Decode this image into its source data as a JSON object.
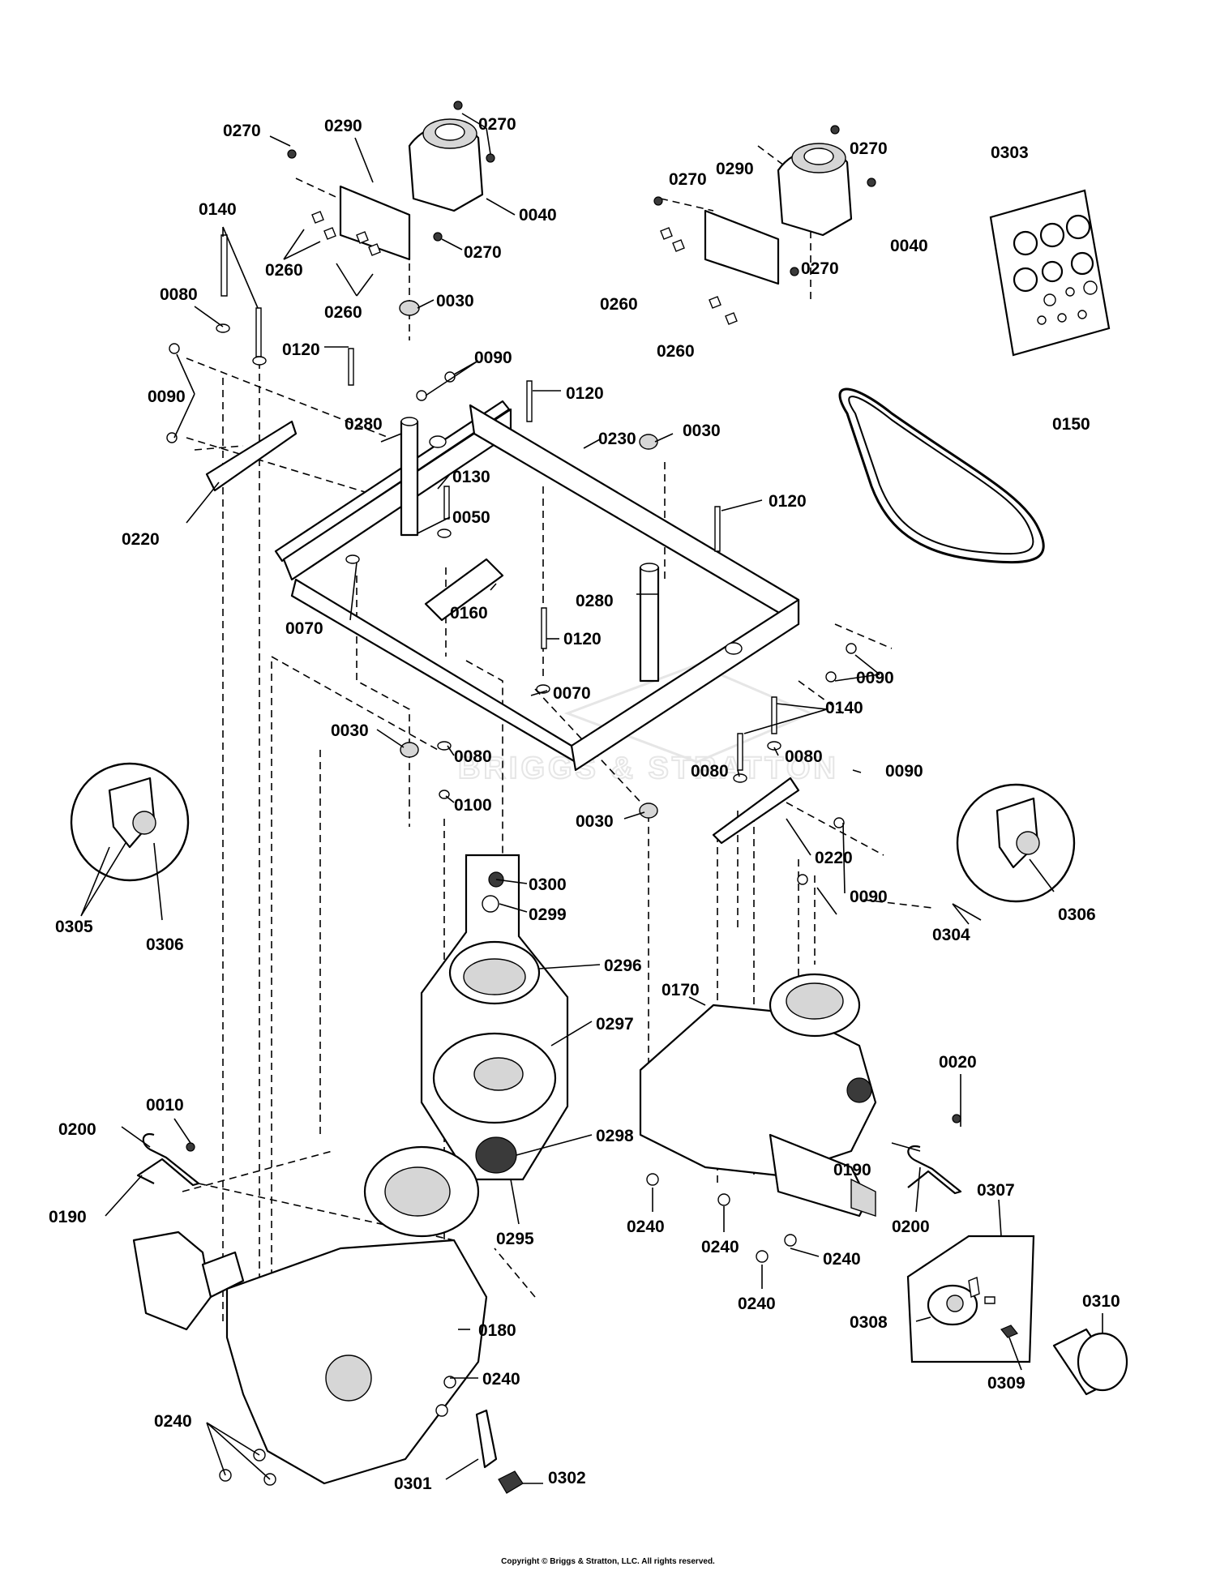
{
  "diagram": {
    "watermark": "BRIGGS & STRATTON",
    "copyright": "Copyright © Briggs & Stratton, LLC. All rights reserved.",
    "callouts": [
      {
        "id": "c1",
        "label": "0270"
      },
      {
        "id": "c2",
        "label": "0290"
      },
      {
        "id": "c3",
        "label": "0270"
      },
      {
        "id": "c4",
        "label": "0040"
      },
      {
        "id": "c5",
        "label": "0270"
      },
      {
        "id": "c6",
        "label": "0260"
      },
      {
        "id": "c7",
        "label": "0260"
      },
      {
        "id": "c8",
        "label": "0030"
      },
      {
        "id": "c9",
        "label": "0140"
      },
      {
        "id": "c10",
        "label": "0080"
      },
      {
        "id": "c11",
        "label": "0120"
      },
      {
        "id": "c12",
        "label": "0090"
      },
      {
        "id": "c13",
        "label": "0090"
      },
      {
        "id": "c14",
        "label": "0120"
      },
      {
        "id": "c15",
        "label": "0280"
      },
      {
        "id": "c16",
        "label": "0230"
      },
      {
        "id": "c17",
        "label": "0030"
      },
      {
        "id": "c18",
        "label": "0220"
      },
      {
        "id": "c19",
        "label": "0130"
      },
      {
        "id": "c20",
        "label": "0050"
      },
      {
        "id": "c21",
        "label": "0120"
      },
      {
        "id": "c22",
        "label": "0070"
      },
      {
        "id": "c23",
        "label": "0160"
      },
      {
        "id": "c24",
        "label": "0280"
      },
      {
        "id": "c25",
        "label": "0120"
      },
      {
        "id": "c26",
        "label": "0070"
      },
      {
        "id": "c27",
        "label": "0090"
      },
      {
        "id": "c28",
        "label": "0140"
      },
      {
        "id": "c29",
        "label": "0030"
      },
      {
        "id": "c30",
        "label": "0080"
      },
      {
        "id": "c31",
        "label": "0080"
      },
      {
        "id": "c32",
        "label": "0080"
      },
      {
        "id": "c33",
        "label": "0100"
      },
      {
        "id": "c34",
        "label": "0030"
      },
      {
        "id": "c35",
        "label": "0090"
      },
      {
        "id": "c36",
        "label": "0220"
      },
      {
        "id": "c37",
        "label": "0090"
      },
      {
        "id": "c38",
        "label": "0270"
      },
      {
        "id": "c39",
        "label": "0290"
      },
      {
        "id": "c40",
        "label": "0270"
      },
      {
        "id": "c41",
        "label": "0040"
      },
      {
        "id": "c42",
        "label": "0270"
      },
      {
        "id": "c43",
        "label": "0260"
      },
      {
        "id": "c44",
        "label": "0260"
      },
      {
        "id": "c45",
        "label": "0303"
      },
      {
        "id": "c46",
        "label": "0150"
      },
      {
        "id": "c47",
        "label": "0305"
      },
      {
        "id": "c48",
        "label": "0306"
      },
      {
        "id": "c49",
        "label": "0300"
      },
      {
        "id": "c50",
        "label": "0299"
      },
      {
        "id": "c51",
        "label": "0296"
      },
      {
        "id": "c52",
        "label": "0297"
      },
      {
        "id": "c53",
        "label": "0298"
      },
      {
        "id": "c54",
        "label": "0295"
      },
      {
        "id": "c55",
        "label": "0170"
      },
      {
        "id": "c56",
        "label": "0304"
      },
      {
        "id": "c57",
        "label": "0306"
      },
      {
        "id": "c58",
        "label": "0020"
      },
      {
        "id": "c59",
        "label": "0190"
      },
      {
        "id": "c60",
        "label": "0200"
      },
      {
        "id": "c61",
        "label": "0240"
      },
      {
        "id": "c62",
        "label": "0240"
      },
      {
        "id": "c63",
        "label": "0240"
      },
      {
        "id": "c64",
        "label": "0240"
      },
      {
        "id": "c65",
        "label": "0307"
      },
      {
        "id": "c66",
        "label": "0308"
      },
      {
        "id": "c67",
        "label": "0309"
      },
      {
        "id": "c68",
        "label": "0310"
      },
      {
        "id": "c69",
        "label": "0010"
      },
      {
        "id": "c70",
        "label": "0200"
      },
      {
        "id": "c71",
        "label": "0190"
      },
      {
        "id": "c72",
        "label": "0180"
      },
      {
        "id": "c73",
        "label": "0240"
      },
      {
        "id": "c74",
        "label": "0240"
      },
      {
        "id": "c75",
        "label": "0301"
      },
      {
        "id": "c76",
        "label": "0302"
      }
    ]
  }
}
